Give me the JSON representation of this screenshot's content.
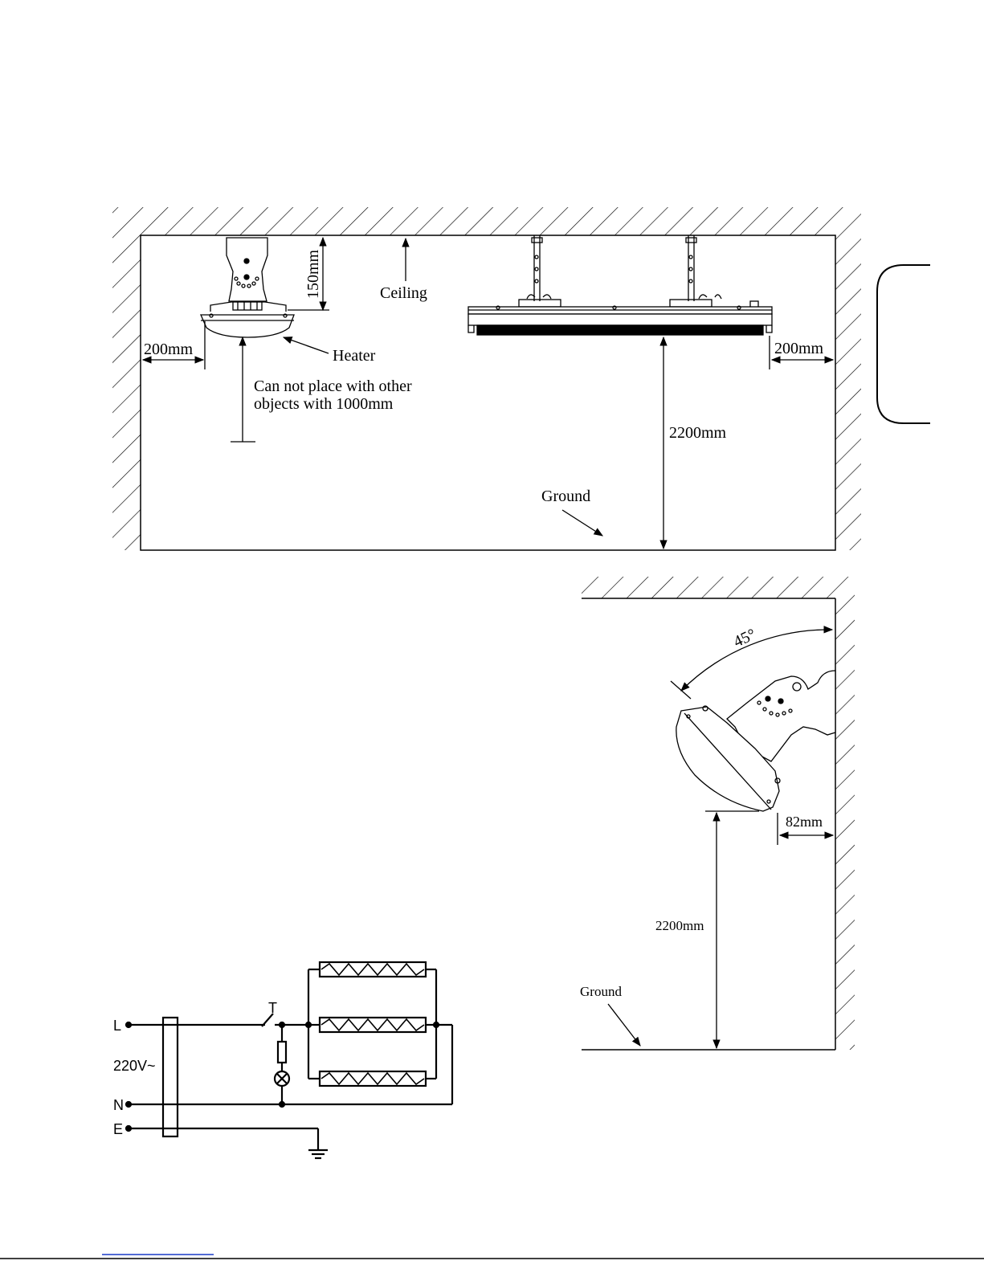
{
  "ceiling_view": {
    "ceiling_label": "Ceiling",
    "heater_label": "Heater",
    "ground_label": "Ground",
    "dim_top_clearance": "150mm",
    "dim_left_wall": "200mm",
    "dim_right_wall": "200mm",
    "dim_height": "2200mm",
    "note_line1": "Can not place with other",
    "note_line2": "objects with 1000mm"
  },
  "wall_view": {
    "angle_label": "45°",
    "dim_wall_gap": "82mm",
    "dim_height": "2200mm",
    "ground_label": "Ground"
  },
  "wiring": {
    "label_L": "L",
    "label_voltage": "220V~",
    "label_N": "N",
    "label_E": "E",
    "label_T": "T"
  },
  "colors": {
    "ink": "#000000",
    "link_underline": "#1a3cc8"
  }
}
